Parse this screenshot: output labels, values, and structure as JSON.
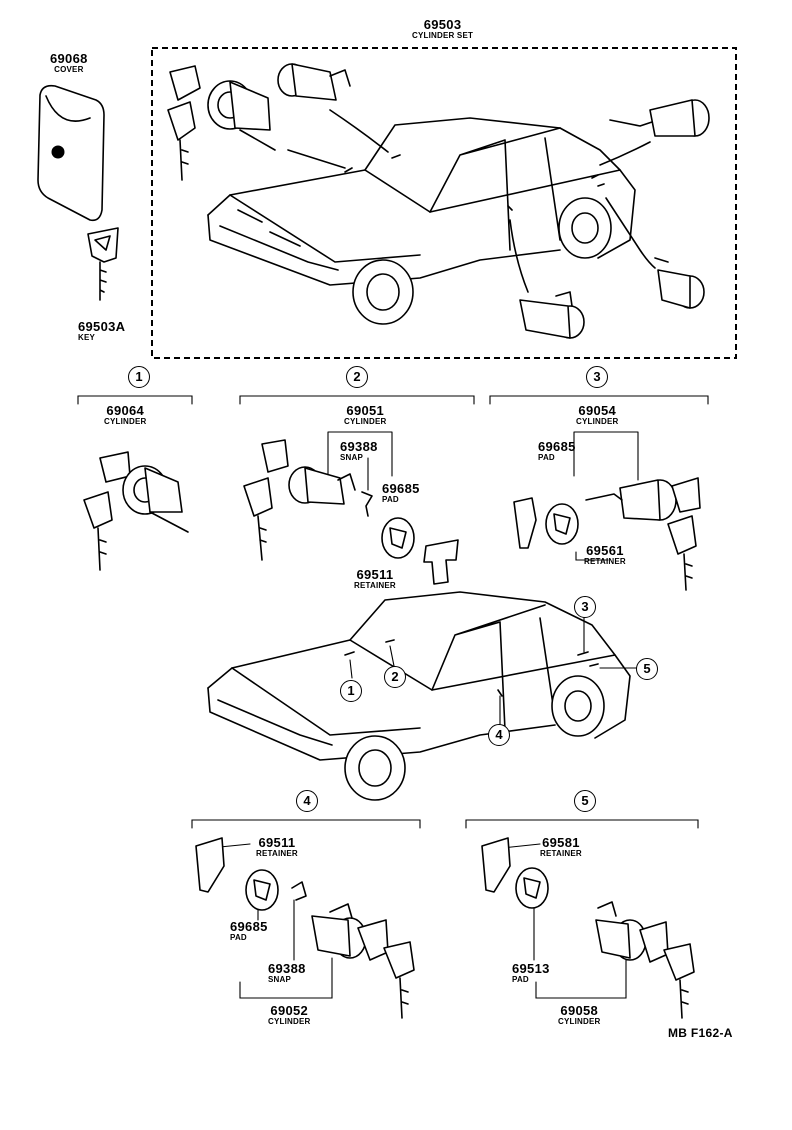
{
  "diagram_code": "MB F162-A",
  "parts": {
    "cylinder_set": {
      "number": "69503",
      "name": "CYLINDER SET"
    },
    "cover": {
      "number": "69068",
      "name": "COVER"
    },
    "key": {
      "number": "69503A",
      "name": "KEY"
    },
    "g1_cylinder": {
      "number": "69064",
      "name": "CYLINDER"
    },
    "g2_cylinder": {
      "number": "69051",
      "name": "CYLINDER"
    },
    "g2_snap": {
      "number": "69388",
      "name": "SNAP"
    },
    "g2_pad": {
      "number": "69685",
      "name": "PAD"
    },
    "g2_retainer": {
      "number": "69511",
      "name": "RETAINER"
    },
    "g3_cylinder": {
      "number": "69054",
      "name": "CYLINDER"
    },
    "g3_pad": {
      "number": "69685",
      "name": "PAD"
    },
    "g3_retainer": {
      "number": "69561",
      "name": "RETAINER"
    },
    "g4_retainer": {
      "number": "69511",
      "name": "RETAINER"
    },
    "g4_pad": {
      "number": "69685",
      "name": "PAD"
    },
    "g4_snap": {
      "number": "69388",
      "name": "SNAP"
    },
    "g4_cylinder": {
      "number": "69052",
      "name": "CYLINDER"
    },
    "g5_retainer": {
      "number": "69581",
      "name": "RETAINER"
    },
    "g5_pad": {
      "number": "69513",
      "name": "PAD"
    },
    "g5_cylinder": {
      "number": "69058",
      "name": "CYLINDER"
    }
  },
  "group_markers": {
    "g1": "1",
    "g2": "2",
    "g3": "3",
    "g4": "4",
    "g5": "5"
  }
}
